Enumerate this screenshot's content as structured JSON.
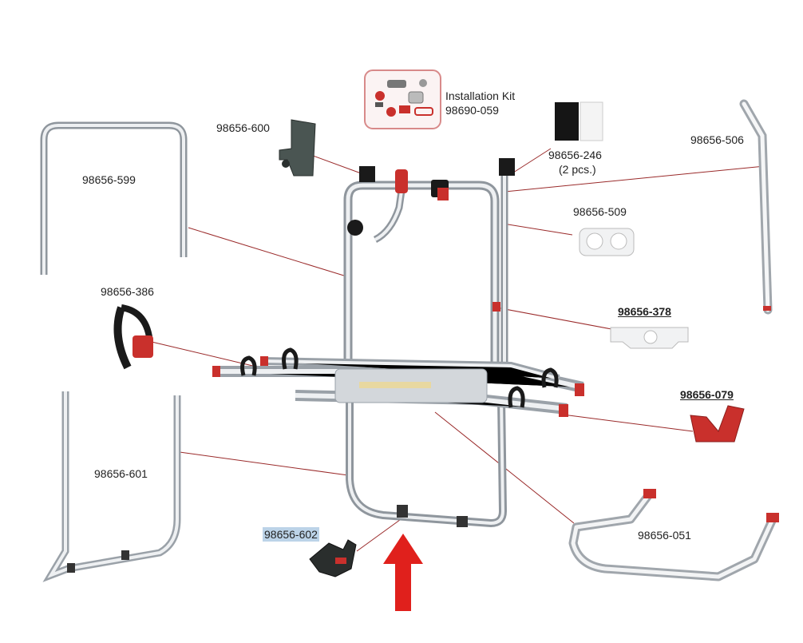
{
  "colors": {
    "leader": "#9a2a2a",
    "aluminium": "#c9ced4",
    "aluminium_dark": "#8f969d",
    "red_part": "#c9302c",
    "black_part": "#222222",
    "arrow": "#e0201c",
    "kit_border": "#d88a8a",
    "highlight": "#bcd3e8"
  },
  "installation_kit": {
    "title": "Installation Kit",
    "part_number": "98690-059"
  },
  "parts": [
    {
      "id": "p599",
      "label": "98656-599"
    },
    {
      "id": "p600",
      "label": "98656-600"
    },
    {
      "id": "p246",
      "label": "98656-246",
      "qty": "(2 pcs.)"
    },
    {
      "id": "p506",
      "label": "98656-506"
    },
    {
      "id": "p509",
      "label": "98656-509"
    },
    {
      "id": "p386",
      "label": "98656-386"
    },
    {
      "id": "p378",
      "label": "98656-378",
      "style": "underline"
    },
    {
      "id": "p079",
      "label": "98656-079",
      "style": "underline"
    },
    {
      "id": "p601",
      "label": "98656-601"
    },
    {
      "id": "p602",
      "label": "98656-602",
      "style": "highlight"
    },
    {
      "id": "p051",
      "label": "98656-051"
    }
  ]
}
